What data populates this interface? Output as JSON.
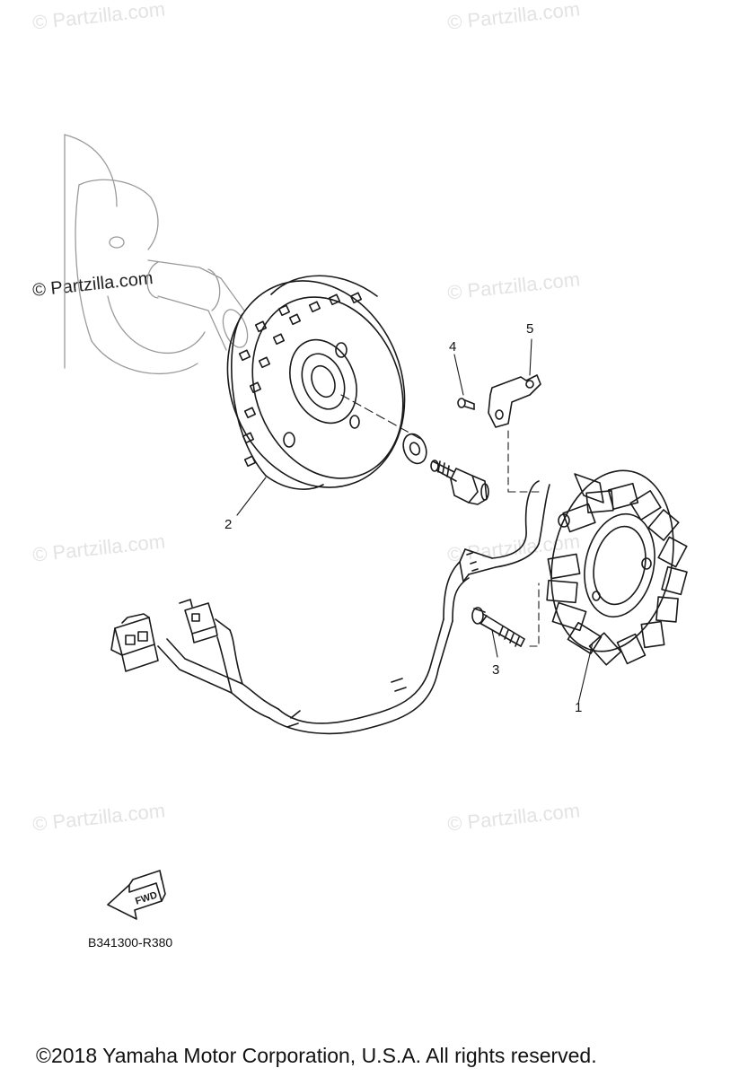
{
  "watermarks": {
    "text": "© Partzilla.com",
    "strong": "© Partzilla.com"
  },
  "callouts": [
    {
      "id": "1",
      "label": "1"
    },
    {
      "id": "2",
      "label": "2"
    },
    {
      "id": "3",
      "label": "3"
    },
    {
      "id": "4",
      "label": "4"
    },
    {
      "id": "5",
      "label": "5"
    }
  ],
  "fwd_label": "FWD",
  "diagram_code": "B341300-R380",
  "copyright": "©2018  Yamaha Motor Corporation, U.S.A. All rights reserved.",
  "colors": {
    "line": "#1a1a1a",
    "ghost": "#9a9a9a",
    "watermark": "#e3e3e3"
  }
}
